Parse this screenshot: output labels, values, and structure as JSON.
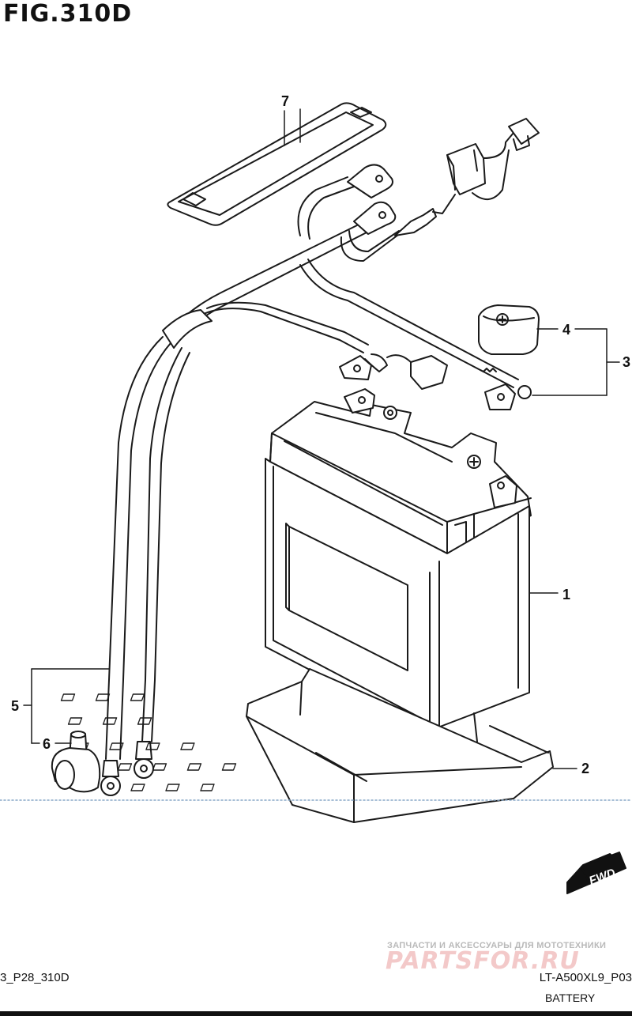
{
  "figure": {
    "title": "FIG.310D",
    "footer_left": "3_P28_310D",
    "footer_model_code": "LT-A500XL9_P03",
    "footer_section_name": "BATTERY"
  },
  "callouts": [
    {
      "id": "1",
      "label": "1"
    },
    {
      "id": "2",
      "label": "2"
    },
    {
      "id": "3",
      "label": "3"
    },
    {
      "id": "4",
      "label": "4"
    },
    {
      "id": "5",
      "label": "5"
    },
    {
      "id": "6",
      "label": "6"
    },
    {
      "id": "7",
      "label": "7"
    }
  ],
  "fwd_arrow": {
    "label": "FWD"
  },
  "watermark": {
    "tagline": "ЗАПЧАСТИ И АКСЕССУАРЫ ДЛЯ МОТОТЕХНИКИ",
    "logo": "PARTSFOR.RU"
  },
  "colors": {
    "line": "#1a1a1a",
    "background": "#ffffff",
    "watermark_red": "#e9a0a0"
  }
}
